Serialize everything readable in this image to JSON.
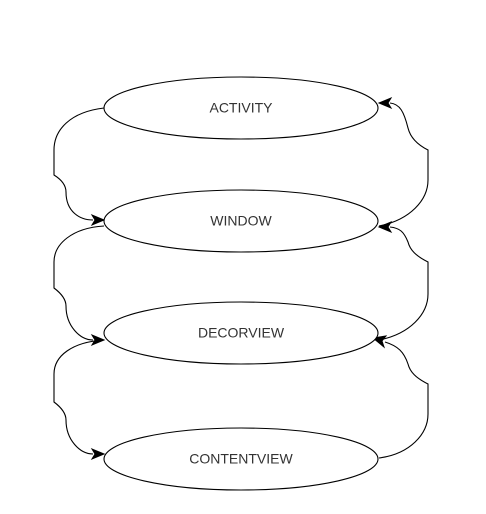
{
  "diagram": {
    "nodes": [
      {
        "id": "activity",
        "label": "ACTIVITY"
      },
      {
        "id": "window",
        "label": "WINDOW"
      },
      {
        "id": "decorview",
        "label": "DECORVIEW"
      },
      {
        "id": "contentview",
        "label": "CONTENTVIEW"
      }
    ],
    "edges": [
      {
        "from": "activity",
        "to": "window"
      },
      {
        "from": "window",
        "to": "decorview"
      },
      {
        "from": "decorview",
        "to": "contentview"
      },
      {
        "from": "window",
        "to": "activity"
      },
      {
        "from": "decorview",
        "to": "window"
      },
      {
        "from": "contentview",
        "to": "decorview"
      }
    ],
    "colors": {
      "stroke": "#000000",
      "fill": "#ffffff",
      "text": "#333333"
    }
  }
}
